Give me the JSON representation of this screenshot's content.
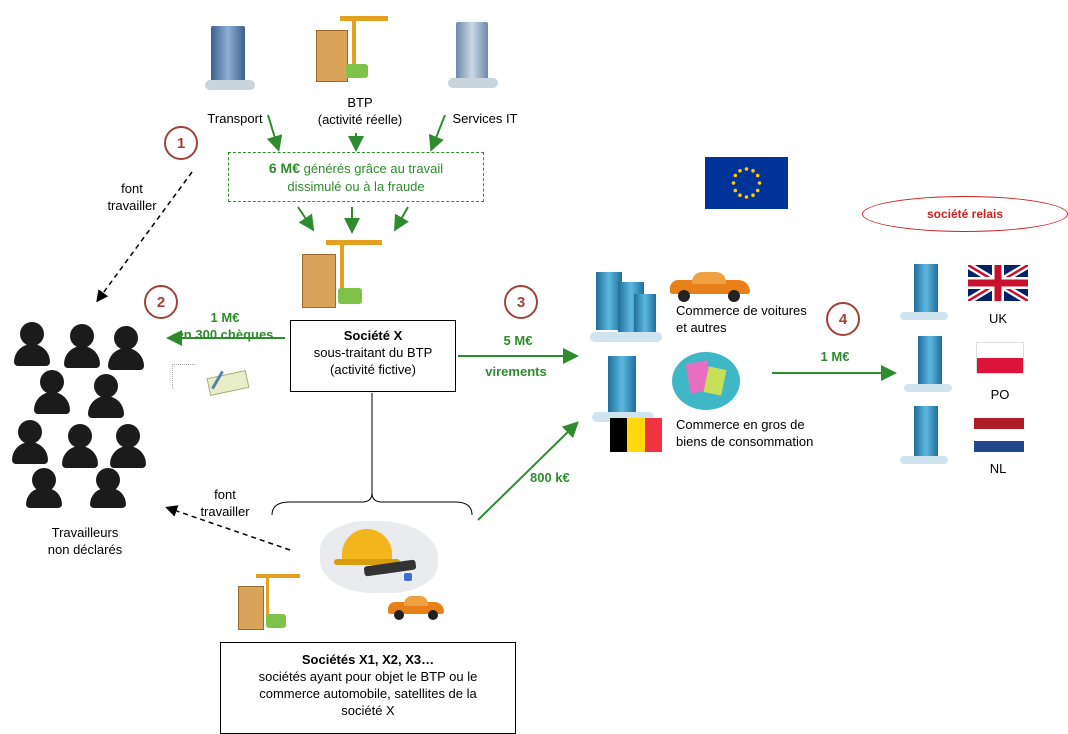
{
  "top": {
    "transport": "Transport",
    "btp_line1": "BTP",
    "btp_line2": "(activité réelle)",
    "services": "Services IT"
  },
  "dashed_box": {
    "amount": "6 M€",
    "text1": "générés grâce au travail",
    "text2": "dissimulé ou à la fraude"
  },
  "steps": [
    "1",
    "2",
    "3",
    "4"
  ],
  "font_travailler_1": {
    "l1": "font",
    "l2": "travailler"
  },
  "font_travailler_2": {
    "l1": "font",
    "l2": "travailler"
  },
  "flow2": {
    "l1": "1 M€",
    "l2": "en 300 chèques"
  },
  "societe_x": {
    "title": "Société X",
    "l1": "sous-traitant du BTP",
    "l2": "(activité fictive)"
  },
  "flow3": {
    "l1": "5 M€",
    "l2": "virements"
  },
  "flow_800": "800 k€",
  "flow4": "1 M€",
  "workers": {
    "l1": "Travailleurs",
    "l2": "non déclarés"
  },
  "commerce_voitures": {
    "l1": "Commerce de voitures",
    "l2": "et autres"
  },
  "commerce_gros": {
    "l1": "Commerce en gros de",
    "l2": "biens de consommation"
  },
  "relais": "société relais",
  "countries": [
    "UK",
    "PO",
    "NL"
  ],
  "societes": {
    "title": "Sociétés X1, X2, X3…",
    "l1": "sociétés ayant pour objet le BTP ou le",
    "l2": "commerce automobile, satellites de la",
    "l3": "société X"
  },
  "colors": {
    "green": "#2e8b2e",
    "step": "#a0413a",
    "relais": "#cc2222",
    "eu_blue": "#003399",
    "eu_star": "#ffcc00"
  }
}
